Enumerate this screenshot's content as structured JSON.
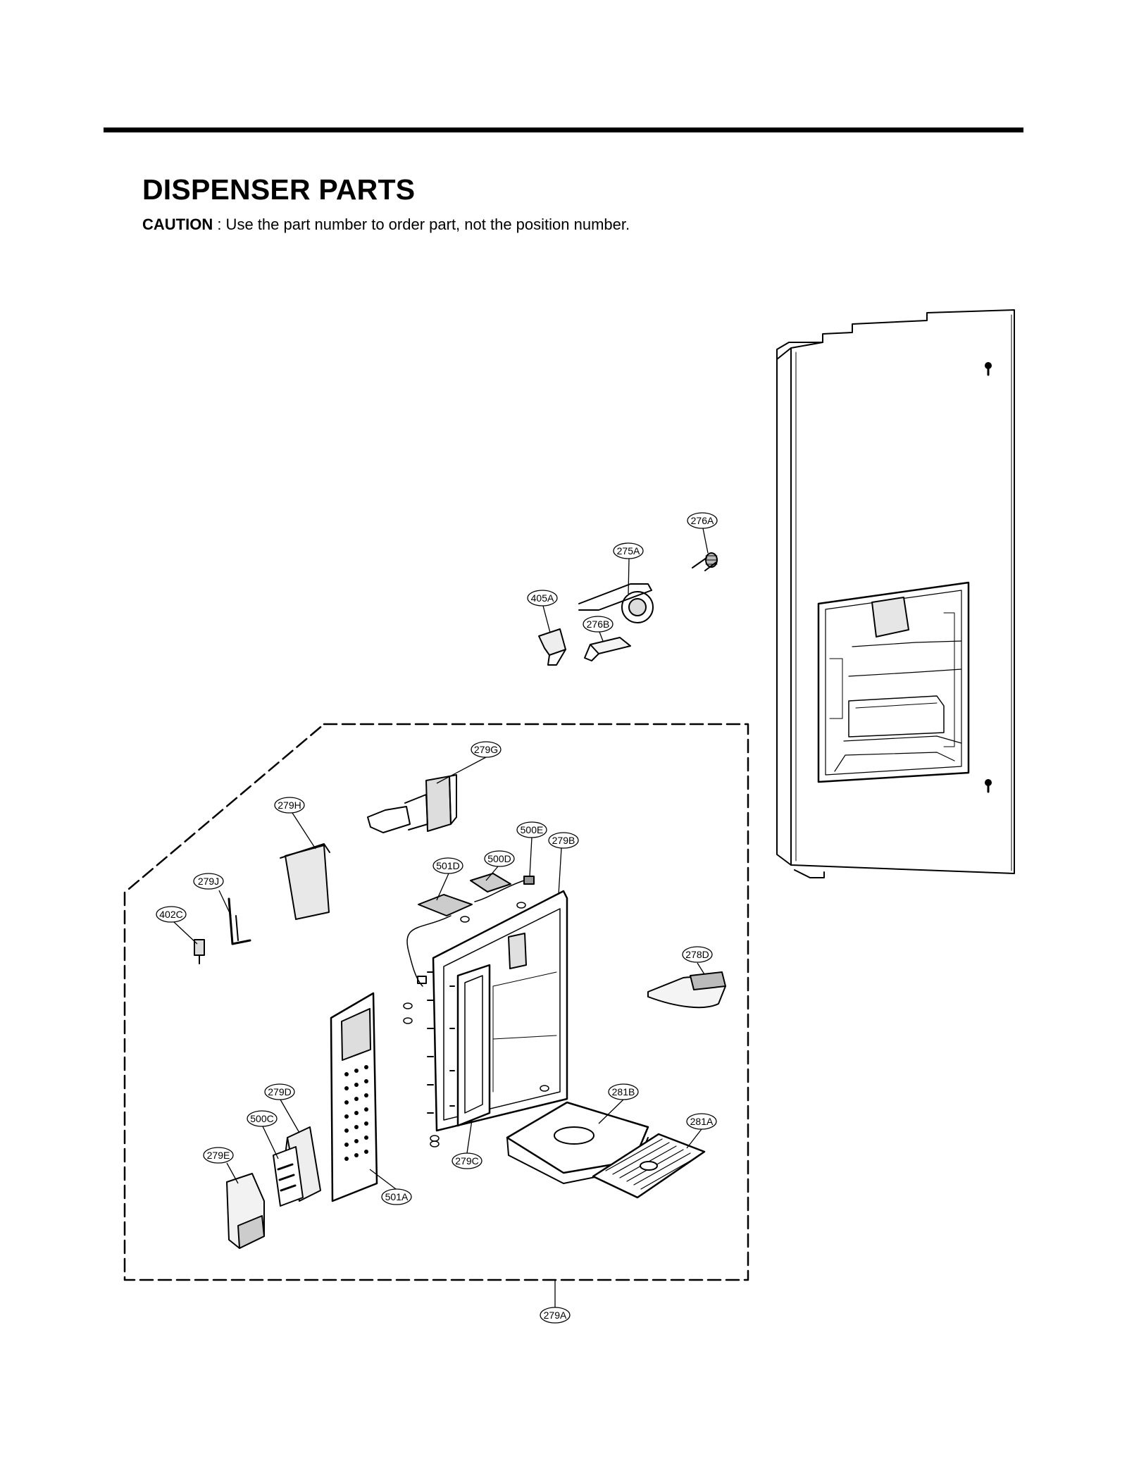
{
  "title": "DISPENSER PARTS",
  "caution": {
    "label": "CAUTION",
    "text": " : Use the part number to order part, not the position number."
  },
  "callouts": {
    "c276A": "276A",
    "c275A": "275A",
    "c405A": "405A",
    "c276B": "276B",
    "c279G": "279G",
    "c279H": "279H",
    "c500E": "500E",
    "c279B": "279B",
    "c500D": "500D",
    "c501D": "501D",
    "c279J": "279J",
    "c402C": "402C",
    "c278D": "278D",
    "c279D": "279D",
    "c281B": "281B",
    "c500C": "500C",
    "c281A": "281A",
    "c279E": "279E",
    "c279C": "279C",
    "c501A": "501A",
    "c279A": "279A"
  }
}
